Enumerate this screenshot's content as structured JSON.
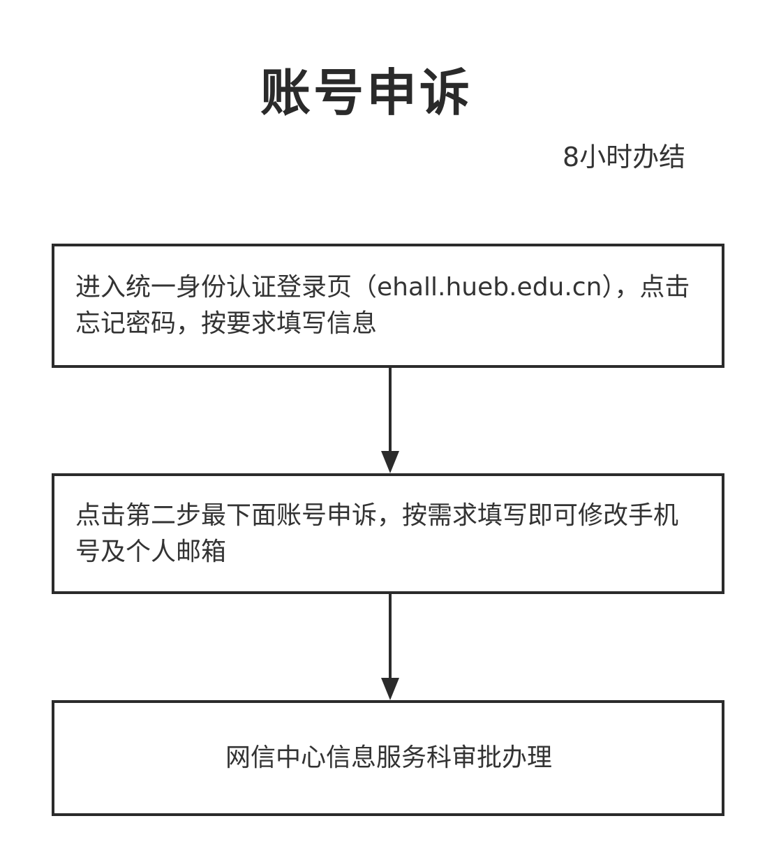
{
  "diagram": {
    "title": "账号申诉",
    "subtitle": "8小时办结",
    "steps": [
      {
        "text": "进入统一身份认证登录页（ehall.hueb.edu.cn），点击忘记密码，按要求填写信息"
      },
      {
        "text": "点击第二步最下面账号申诉，按需求填写即可修改手机号及个人邮箱"
      },
      {
        "text": "网信中心信息服务科审批办理"
      }
    ],
    "colors": {
      "stroke": "#2b2b2b",
      "text": "#333333",
      "background": "#ffffff"
    }
  }
}
